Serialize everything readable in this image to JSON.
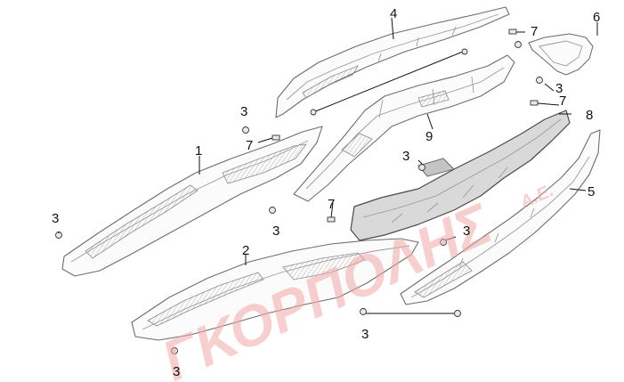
{
  "watermark": {
    "brand": "ΓΚΟΡΠΟΛΗΣ",
    "suffix": "Α.Ε."
  },
  "callouts": {
    "part_1": "1",
    "part_2": "2",
    "part_3": "3",
    "part_4": "4",
    "part_5": "5",
    "part_6": "6",
    "part_7": "7",
    "part_8": "8",
    "part_9": "9"
  },
  "colors": {
    "watermark": "#f3a9a9",
    "line": "#6e6e6e",
    "callout": "#111111"
  }
}
